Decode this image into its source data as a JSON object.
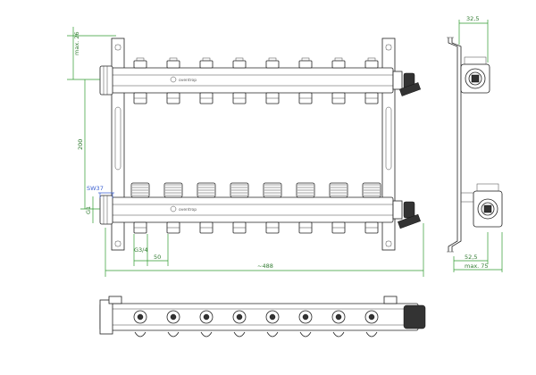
{
  "brand": "oventrop",
  "colors": {
    "dimension": "#2f9a2f",
    "callout": "#3a5fd0",
    "outline": "#222222",
    "background": "#ffffff"
  },
  "dimensions": {
    "top_offset": "max. 26",
    "height": "200",
    "wrench_size": "SW37",
    "main_thread": "G1",
    "outlet_thread": "G3/4",
    "outlet_spacing": "50",
    "total_length": "~488",
    "side_offset": "32,5",
    "side_depth": "52,5",
    "side_max": "max. 75"
  },
  "outlets_per_bar": 8
}
